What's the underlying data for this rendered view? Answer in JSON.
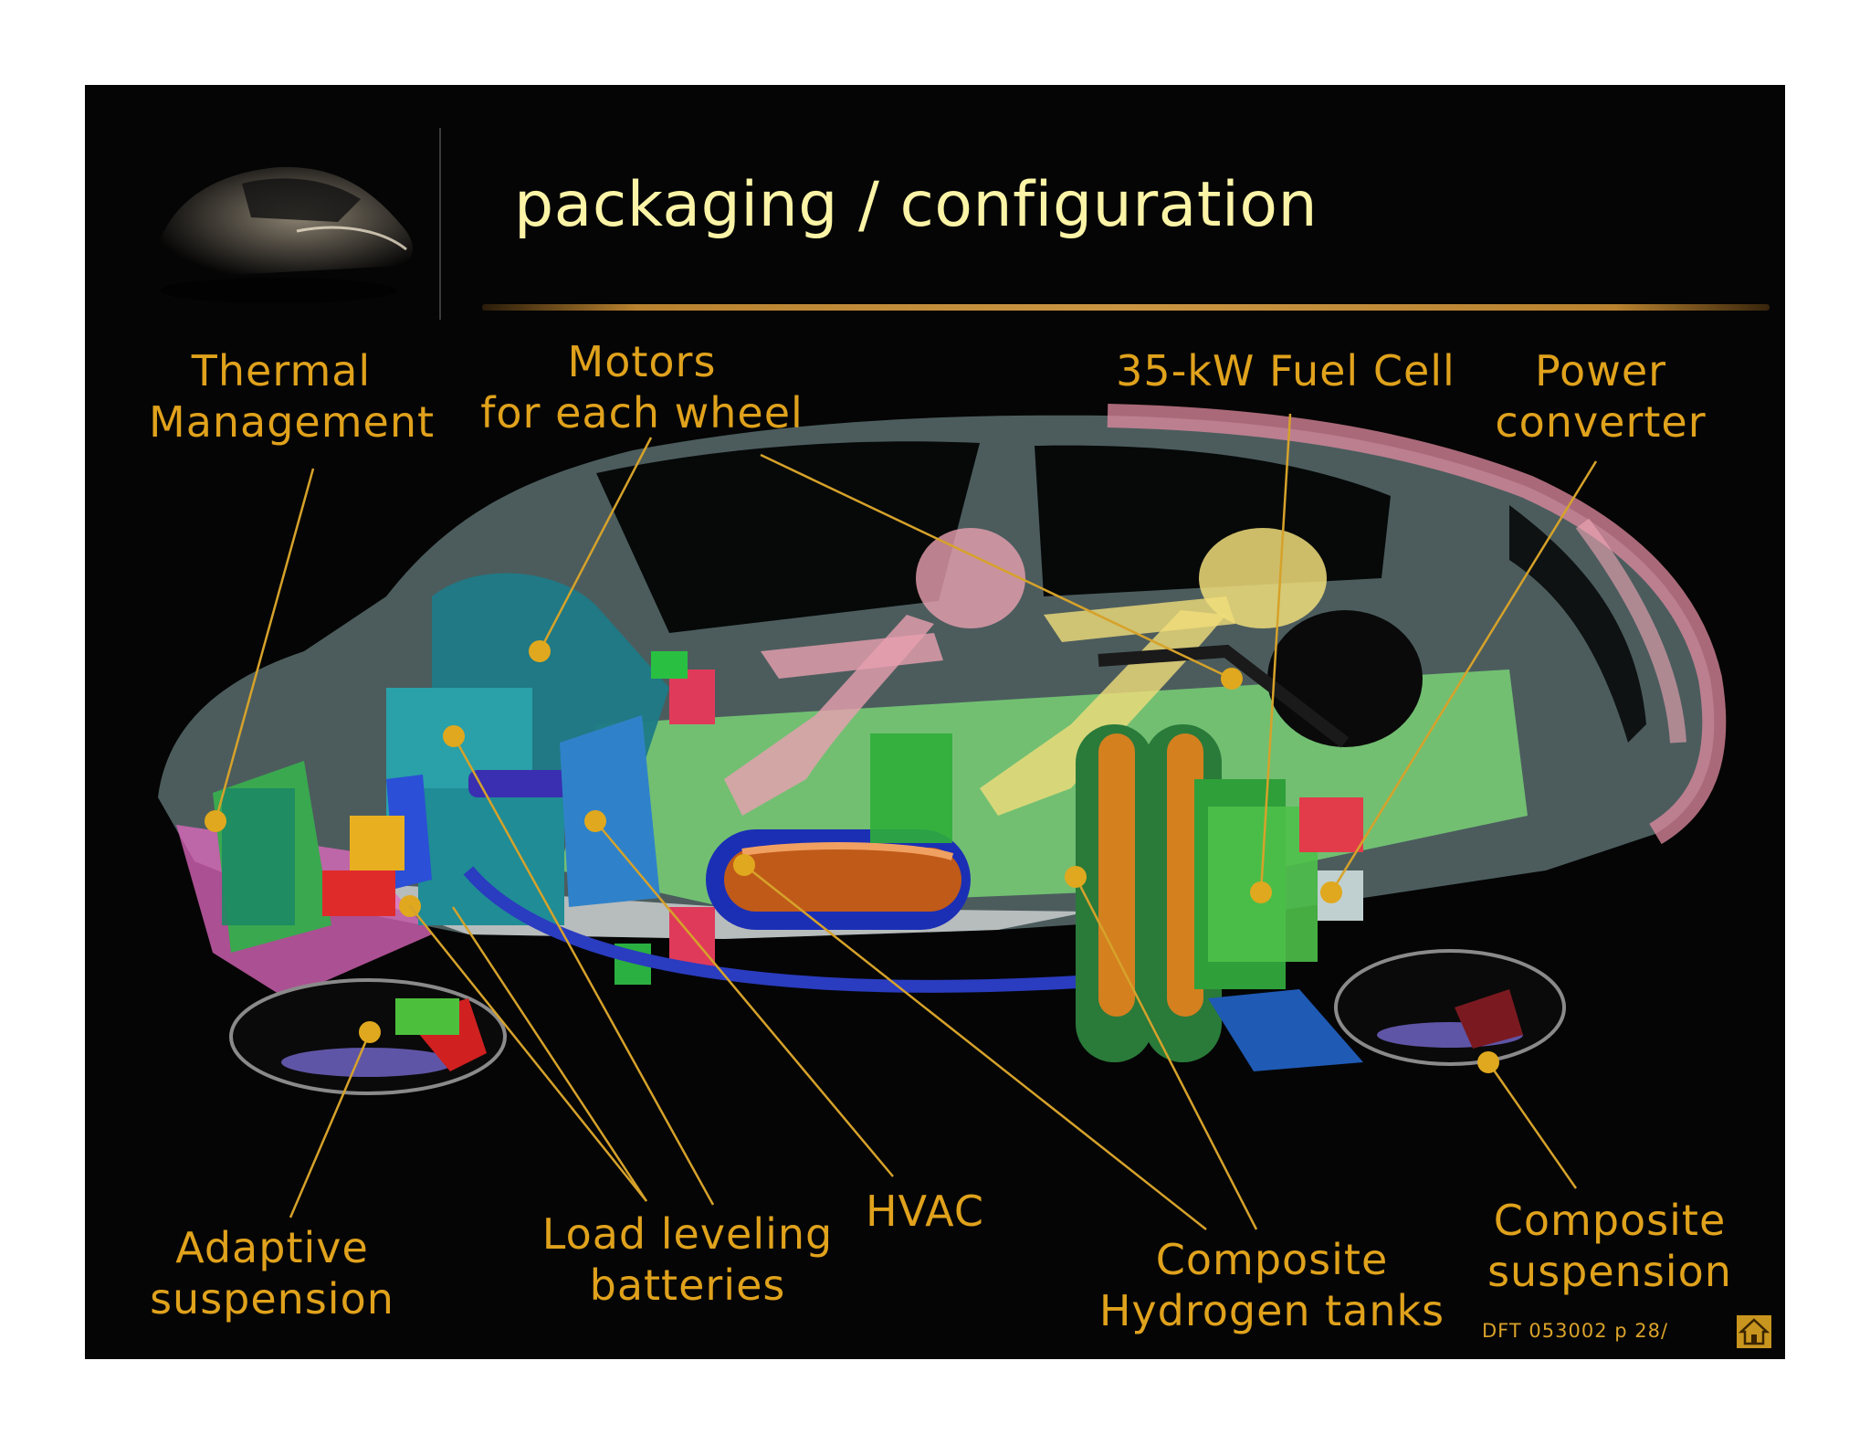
{
  "slide": {
    "title": "packaging / configuration",
    "footer": "DFT 053002 p 28/",
    "home_icon": "home-icon"
  },
  "colors": {
    "background": "#050505",
    "title": "#fbf4a6",
    "label": "#e0a21c",
    "callout_line": "#d6a22a",
    "callout_dot": "#e0a81e"
  },
  "callouts": [
    {
      "id": "thermal",
      "text": "Thermal\nManagement"
    },
    {
      "id": "motors",
      "text": "Motors\nfor each wheel"
    },
    {
      "id": "fuelcell",
      "text": "35-kW Fuel Cell"
    },
    {
      "id": "power",
      "text": "Power\nconverter"
    },
    {
      "id": "adaptive",
      "text": "Adaptive\nsuspension"
    },
    {
      "id": "batteries",
      "text": "Load leveling\nbatteries"
    },
    {
      "id": "hvac",
      "text": "HVAC"
    },
    {
      "id": "tanks",
      "text": "Composite\nHydrogen tanks"
    },
    {
      "id": "composite_susp",
      "text": "Composite\nsuspension"
    }
  ]
}
